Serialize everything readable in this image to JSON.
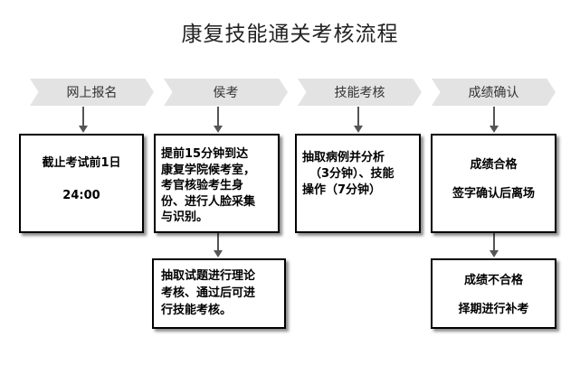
{
  "title": "康复技能通关考核流程",
  "stages": [
    {
      "label": "网上报名"
    },
    {
      "label": "侯考"
    },
    {
      "label": "技能考核"
    },
    {
      "label": "成绩确认"
    }
  ],
  "boxes": {
    "registration_deadline": [
      "截止考试前1日",
      "24:00"
    ],
    "waiting": [
      "提前15分钟到达",
      "康复学院候考室，",
      "考官核验考生身",
      "份、进行人脸采集",
      "与识别。"
    ],
    "theory": [
      "抽取试题进行理论",
      "考核、通过后可进",
      "行技能考核。"
    ],
    "skill_exam": [
      "抽取病例并分析",
      "（3分钟）、技能",
      "操作（7分钟）"
    ],
    "pass": [
      "成绩合格",
      "签字确认后离场"
    ],
    "fail": [
      "成绩不合格",
      "择期进行补考"
    ]
  }
}
